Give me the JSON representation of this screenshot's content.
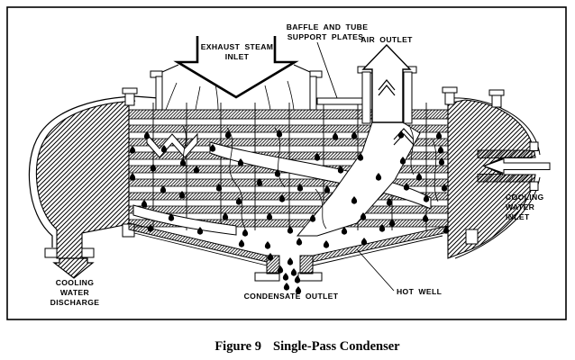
{
  "figure": {
    "caption_label": "Figure 9",
    "caption_title": "Single-Pass Condenser"
  },
  "labels": {
    "baffle_support_line1": "BAFFLE AND TUBE",
    "baffle_support_line2": "SUPPORT PLATES",
    "air_outlet": "AIR OUTLET",
    "exhaust_steam_line1": "EXHAUST STEAM",
    "exhaust_steam_line2": "INLET",
    "cooling_water_inlet_line1": "COOLING",
    "cooling_water_inlet_line2": "WATER",
    "cooling_water_inlet_line3": "INLET",
    "cooling_water_discharge_line1": "COOLING",
    "cooling_water_discharge_line2": "WATER",
    "cooling_water_discharge_line3": "DISCHARGE",
    "condensate_outlet": "CONDENSATE OUTLET",
    "hot_well": "HOT WELL"
  },
  "colors": {
    "ink": "#000000",
    "paper": "#ffffff"
  }
}
